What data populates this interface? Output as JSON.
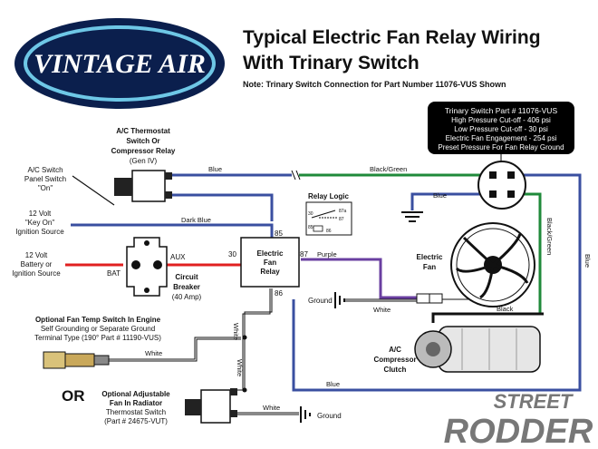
{
  "logo": {
    "text": "VINTAGE AIR"
  },
  "title": {
    "line1": "Typical Electric Fan Relay Wiring",
    "line2": "With Trinary Switch"
  },
  "note": "Note:  Trinary Switch Connection for Part Number 11076-VUS Shown",
  "trinary_box": {
    "line1": "Trinary Switch  Part # 11076-VUS",
    "line2": "High Pressure Cut-off - 406 psi",
    "line3": "Low Pressure Cut-off - 30 psi",
    "line4": "Electric Fan Engagement - 254 psi",
    "line5": "Preset Pressure For Fan Relay Ground"
  },
  "thermostat": {
    "line1": "A/C Thermostat",
    "line2": "Switch Or",
    "line3": "Compressor Relay",
    "line4": "(Gen IV)"
  },
  "ac_switch": {
    "line1": "A/C Switch",
    "line2": "Panel Switch",
    "line3": "\"On\""
  },
  "key_on": {
    "line1": "12 Volt",
    "line2": "\"Key On\"",
    "line3": "Ignition Source"
  },
  "battery": {
    "line1": "12 Volt",
    "line2": "Battery or",
    "line3": "Ignition Source"
  },
  "relay_logic": {
    "title": "Relay Logic",
    "p30": "30",
    "p87a": "87a",
    "p87": "87",
    "p85": "85",
    "p86": "86"
  },
  "relay": {
    "line1": "Electric",
    "line2": "Fan",
    "line3": "Relay",
    "pin85": "85",
    "pin30": "30",
    "pin87": "87",
    "pin86": "86"
  },
  "breaker": {
    "aux": "AUX",
    "bat": "BAT",
    "line1": "Circuit",
    "line2": "Breaker",
    "line3": "(40 Amp)"
  },
  "fan": {
    "line1": "Electric",
    "line2": "Fan"
  },
  "compressor": {
    "line1": "A/C",
    "line2": "Compressor",
    "line3": "Clutch"
  },
  "wires": {
    "blue_top": "Blue",
    "black_green_top": "Black/Green",
    "blue_ground": "Blue",
    "dark_blue": "Dark Blue",
    "purple": "Purple",
    "white_fan": "White",
    "black": "Black",
    "black_green_vertical": "Black/Green",
    "blue_right": "Blue",
    "white_relay": "White",
    "white_sensor": "White",
    "white_lower": "White",
    "blue_bottom": "Blue",
    "white_bottom": "White"
  },
  "ground_fan": "Ground",
  "ground_bottom": "Ground",
  "fan_temp": {
    "line1": "Optional Fan Temp Switch In Engine",
    "line2": "Self Grounding or Separate Ground",
    "line3": "Terminal Type (190° Part # 11190-VUS)"
  },
  "or_text": "OR",
  "adjustable": {
    "line1": "Optional Adjustable",
    "line2": "Fan In Radiator",
    "line3": "Thermostat Switch",
    "line4": "(Part # 24675-VUT)"
  },
  "brand": {
    "line1": "STREET",
    "line2": "RODDER"
  },
  "colors": {
    "blue": "#3a4fa0",
    "green": "#1f8a3a",
    "red": "#e02020",
    "black": "#111111",
    "purple": "#6a3fa0",
    "logo_navy": "#0b1f4d",
    "logo_cyan": "#6ec7e6"
  }
}
